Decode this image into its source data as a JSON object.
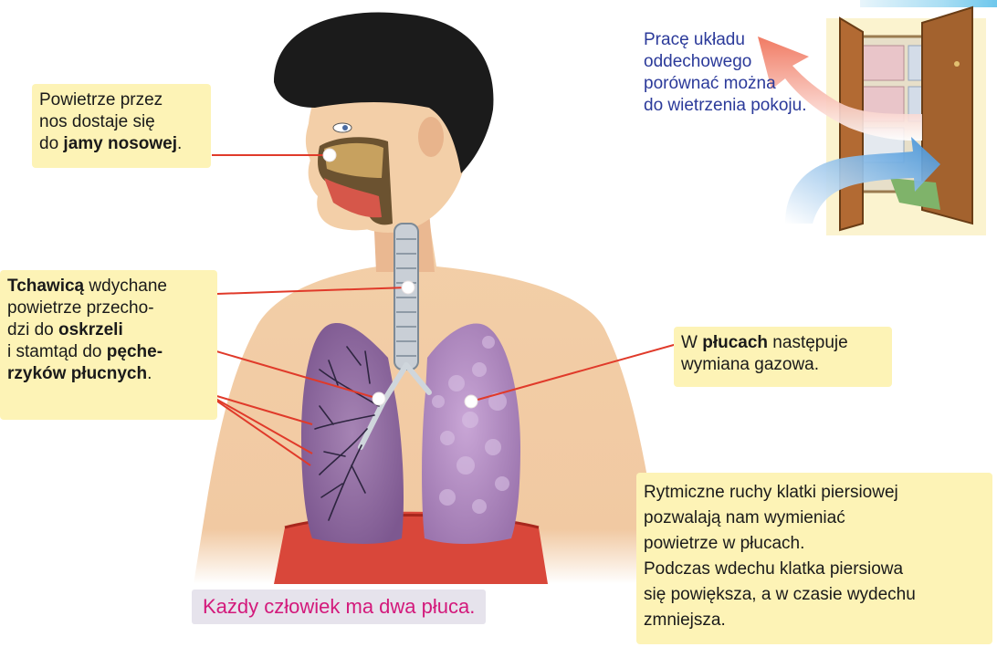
{
  "notes": {
    "nose": {
      "lines": [
        "Powietrze przez",
        "nos dostaje się"
      ],
      "last_prefix": "do ",
      "last_bold": "jamy nosowej",
      "last_suffix": "."
    },
    "trachea": {
      "l1_bold": "Tchawicą",
      "l1_rest": " wdychane",
      "l2": "powietrze przecho-",
      "l3_pre": "dzi do ",
      "l3_bold": "oskrzeli",
      "l4_pre": "i stamtąd do ",
      "l4_bold": "pęche-",
      "l5_bold": "rzyków płucnych",
      "l5_rest": "."
    },
    "lungs": {
      "l1_pre": "W ",
      "l1_bold": "płucach",
      "l1_rest": " następuje",
      "l2": "wymiana gazowa."
    },
    "chest": {
      "lines": [
        "Rytmiczne ruchy klatki piersiowej",
        "pozwalają nam wymieniać",
        "powietrze w płucach.",
        "Podczas wdechu klatka piersiowa",
        "się powiększa, a w czasie wydechu",
        "zmniejsza."
      ]
    },
    "room": {
      "lines": [
        "Pracę układu",
        "oddechowego",
        "porównać można",
        "do wietrzenia pokoju."
      ]
    }
  },
  "caption": "Każdy człowiek ma dwa płuca.",
  "colors": {
    "note_bg": "#fdf3b6",
    "blue_text": "#2b3a9a",
    "caption_text": "#d3197b",
    "caption_bg": "#e6e3ec",
    "pointer_line": "#e03a2a",
    "skin": "#f1c9a2",
    "lung_left": "#9a6fa8",
    "lung_right": "#b98fc6",
    "hair": "#1b1b1b",
    "arrow_out": "#f2826b",
    "arrow_in": "#5aa8e0"
  }
}
